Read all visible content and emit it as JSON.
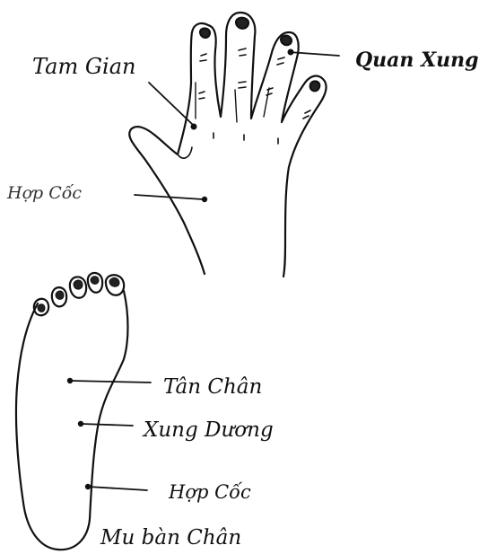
{
  "labels": {
    "tam_gian": "Tam Gian",
    "quan_xung": "Quan Xung",
    "hop_coc_hand": "Hợp Cốc",
    "tan_chan": "Tân Chân",
    "xung_duong": "Xung Dương",
    "hop_coc_foot": "Hợp Cốc",
    "mu_ban_chan": "Mu bàn Chân"
  },
  "colors": {
    "ink": "#111111",
    "background": "#ffffff"
  }
}
